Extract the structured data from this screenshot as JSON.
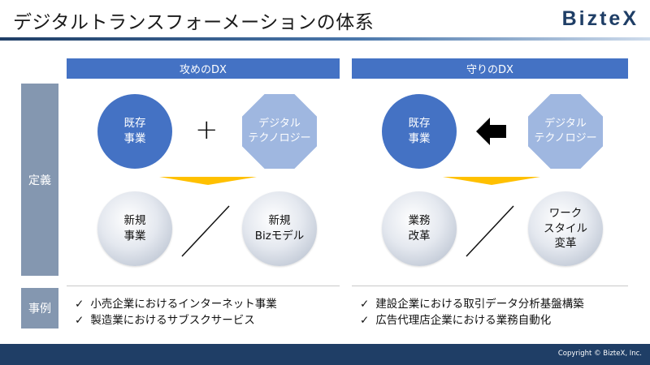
{
  "header": {
    "title": "デジタルトランスフォーメーションの体系",
    "logo": "BizteX"
  },
  "columns": {
    "offense": {
      "label": "攻めのDX",
      "circle_existing": "既存\n事業",
      "operator": "+",
      "circle_digital": "デジタル\nテクノロジー",
      "result_1": "新規\n事業",
      "result_2": "新規\nBizモデル"
    },
    "defense": {
      "label": "守りのDX",
      "circle_existing": "既存\n事業",
      "circle_digital": "デジタル\nテクノロジー",
      "result_1": "業務\n改革",
      "result_2": "ワーク\nスタイル\n変革"
    }
  },
  "rows": {
    "definition_label": "定義",
    "examples_label": "事例"
  },
  "examples": {
    "check": "✓",
    "offense": [
      "小売企業におけるインターネット事業",
      "製造業におけるサブスクサービス"
    ],
    "defense": [
      "建設企業における取引データ分析基盤構築",
      "広告代理店企業における業務自動化"
    ]
  },
  "footer": {
    "copyright": "Copyright © BizteX, Inc."
  },
  "colors": {
    "primary_blue": "#4472c4",
    "navy": "#1f3e66",
    "slate_label": "#8497b0",
    "octagon_blue": "#9fb7e0",
    "accent_yellow": "#ffc000"
  },
  "icons": {
    "arrow": "arrow-left-icon",
    "divider": "slash-divider-icon",
    "check": "check-icon"
  }
}
